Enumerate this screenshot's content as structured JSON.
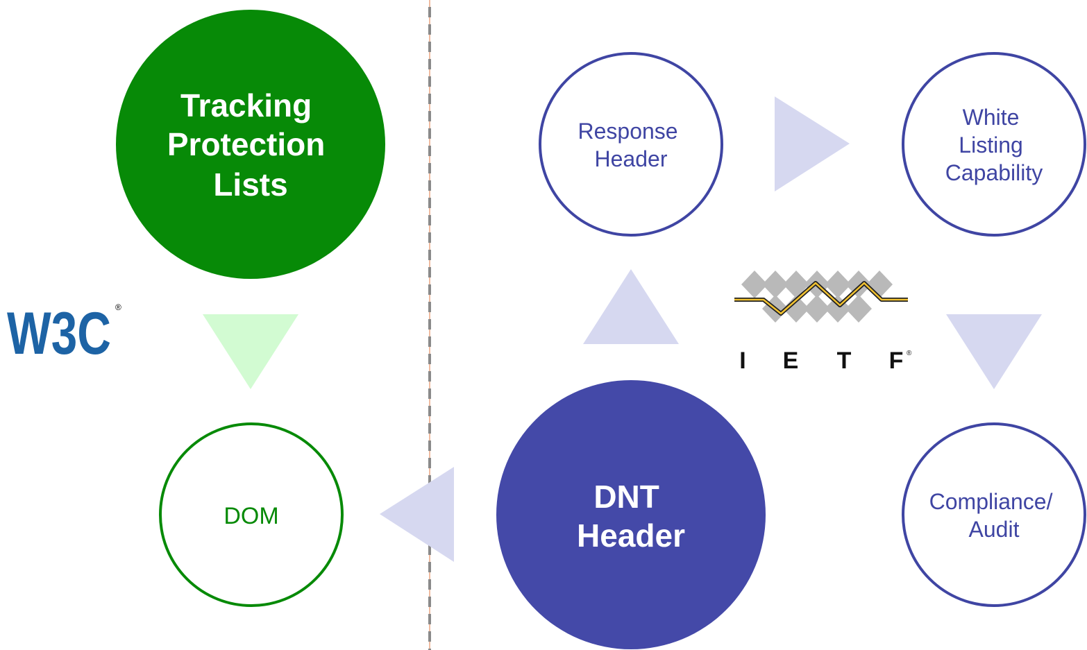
{
  "colors": {
    "green": "#078a07",
    "green_arrow": "#d2fbd2",
    "indigo": "#4449a8",
    "outline_indigo": "#3f45a3",
    "arrow_lavender": "#d6d8f0",
    "divider_gray": "#8a8a8a",
    "divider_orange": "#e07840",
    "w3c_blue": "#1d63a5",
    "ietf_gray": "#b9b9b9",
    "ietf_gold": "#f2c230"
  },
  "left": {
    "tracking": {
      "line1": "Tracking",
      "line2": "Protection",
      "line3": "Lists"
    },
    "dom": {
      "label": "DOM"
    },
    "w3c_logo": {
      "text": "W3C",
      "mark": "®"
    }
  },
  "right": {
    "response": {
      "line1": "Response",
      "line2": "Header"
    },
    "whitelisting": {
      "line1": "White",
      "line2": "Listing",
      "line3": "Capability"
    },
    "compliance": {
      "line1": "Compliance/",
      "line2": "Audit"
    },
    "dnt": {
      "line1": "DNT",
      "line2": "Header"
    },
    "ietf_logo": {
      "letters": [
        "I",
        "E",
        "T",
        "F"
      ],
      "mark": "®"
    }
  },
  "icons": {
    "w3c": "w3c-logo",
    "ietf": "ietf-logo"
  }
}
